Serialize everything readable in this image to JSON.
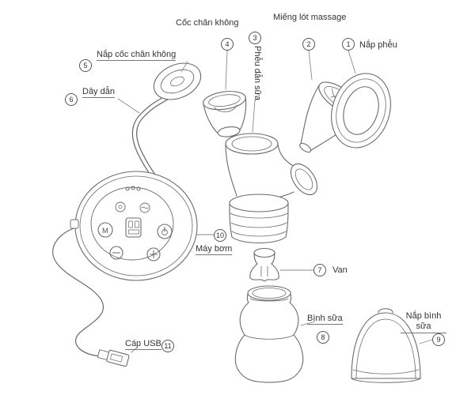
{
  "diagram": {
    "parts": [
      {
        "num": "1",
        "label": "Nắp phễu"
      },
      {
        "num": "2",
        "label": "Miếng lót massage"
      },
      {
        "num": "3",
        "label": "Phễu dẫn sữa"
      },
      {
        "num": "4",
        "label": "Cốc chân không"
      },
      {
        "num": "5",
        "label": "Nắp cốc chân không"
      },
      {
        "num": "6",
        "label": "Dây dẫn"
      },
      {
        "num": "7",
        "label": "Van"
      },
      {
        "num": "8",
        "label": "Bình sữa"
      },
      {
        "num": "9",
        "label": "Nắp bình sữa"
      },
      {
        "num": "10",
        "label": "Máy bơm"
      },
      {
        "num": "11",
        "label": "Cáp USB"
      }
    ],
    "pump": {
      "mode_button": "M"
    },
    "colors": {
      "line": "#6a6a6a",
      "leader": "#8a8a8a",
      "text": "#333333"
    }
  }
}
